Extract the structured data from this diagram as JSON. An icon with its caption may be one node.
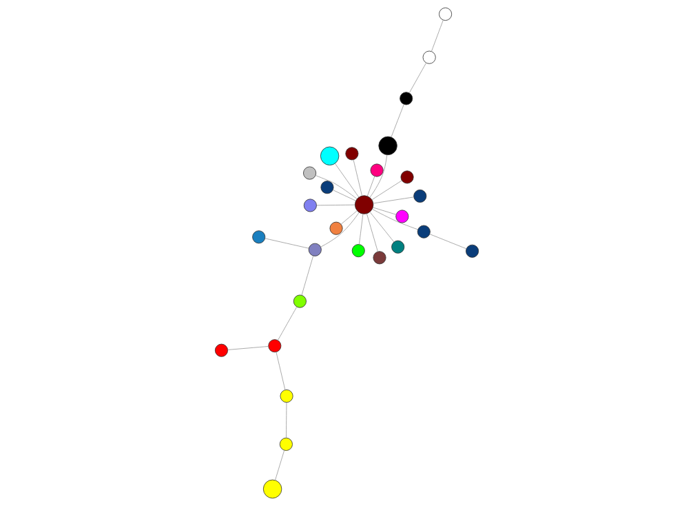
{
  "diagram": {
    "nodes": [
      {
        "text": [],
        "shape": "circle"
      },
      {
        "text": [],
        "shape": "circle"
      },
      {
        "text": [],
        "shape": "circle"
      },
      {
        "text": [],
        "shape": "circle"
      },
      {
        "text": [],
        "shape": "circle"
      },
      {
        "text": [],
        "shape": "circle"
      },
      {
        "text": [],
        "shape": "circle"
      },
      {
        "text": [],
        "shape": "circle"
      },
      {
        "text": [],
        "shape": "circle"
      },
      {
        "text": [],
        "shape": "circle"
      },
      {
        "text": [],
        "shape": "circle"
      },
      {
        "text": [],
        "shape": "circle"
      },
      {
        "text": [],
        "shape": "circle"
      },
      {
        "text": [],
        "shape": "circle"
      },
      {
        "text": [],
        "shape": "circle"
      },
      {
        "text": [],
        "shape": "circle"
      },
      {
        "text": [],
        "shape": "circle"
      },
      {
        "text": [],
        "shape": "circle"
      },
      {
        "text": [],
        "shape": "circle"
      },
      {
        "text": [],
        "shape": "circle"
      },
      {
        "text": [],
        "shape": "circle"
      },
      {
        "text": [],
        "shape": "circle"
      },
      {
        "text": [],
        "shape": "circle"
      },
      {
        "text": [],
        "shape": "circle"
      },
      {
        "text": [],
        "shape": "circle"
      },
      {
        "text": [],
        "shape": "circle"
      },
      {
        "text": [],
        "shape": "circle"
      },
      {
        "text": [],
        "shape": "circle"
      }
    ],
    "edges": [
      {
        "from": 0,
        "to": 1,
        "arrow": "none"
      },
      {
        "from": 1,
        "to": 2,
        "arrow": "none"
      },
      {
        "from": 2,
        "to": 7,
        "arrow": "none"
      },
      {
        "from": 7,
        "to": 8,
        "arrow": "none"
      },
      {
        "from": 7,
        "to": 14,
        "arrow": "none"
      },
      {
        "from": 14,
        "to": 17,
        "arrow": "none"
      },
      {
        "from": 3,
        "to": 17,
        "arrow": "none"
      },
      {
        "from": 4,
        "to": 9,
        "arrow": "none"
      },
      {
        "from": 9,
        "to": 21,
        "arrow": "none"
      },
      {
        "from": 5,
        "to": 21,
        "arrow": "none"
      },
      {
        "from": 6,
        "to": 21,
        "arrow": "none"
      },
      {
        "from": 10,
        "to": 21,
        "arrow": "none"
      },
      {
        "from": 11,
        "to": 21,
        "arrow": "none"
      },
      {
        "from": 12,
        "to": 21,
        "arrow": "none"
      },
      {
        "from": 13,
        "to": 21,
        "arrow": "none"
      },
      {
        "from": 15,
        "to": 21,
        "arrow": "none"
      },
      {
        "from": 16,
        "to": 21,
        "arrow": "none"
      },
      {
        "from": 17,
        "to": 21,
        "arrow": "none"
      },
      {
        "from": 18,
        "to": 21,
        "arrow": "none"
      },
      {
        "from": 19,
        "to": 21,
        "arrow": "none"
      },
      {
        "from": 20,
        "to": 21,
        "arrow": "none"
      },
      {
        "from": 22,
        "to": 21,
        "arrow": "none"
      },
      {
        "from": 23,
        "to": 21,
        "arrow": "none"
      },
      {
        "from": 21,
        "to": 24,
        "arrow": "none"
      },
      {
        "from": 24,
        "to": 25,
        "arrow": "none"
      },
      {
        "from": 25,
        "to": 26,
        "arrow": "none"
      },
      {
        "from": 26,
        "to": 27,
        "arrow": "none"
      }
    ]
  }
}
